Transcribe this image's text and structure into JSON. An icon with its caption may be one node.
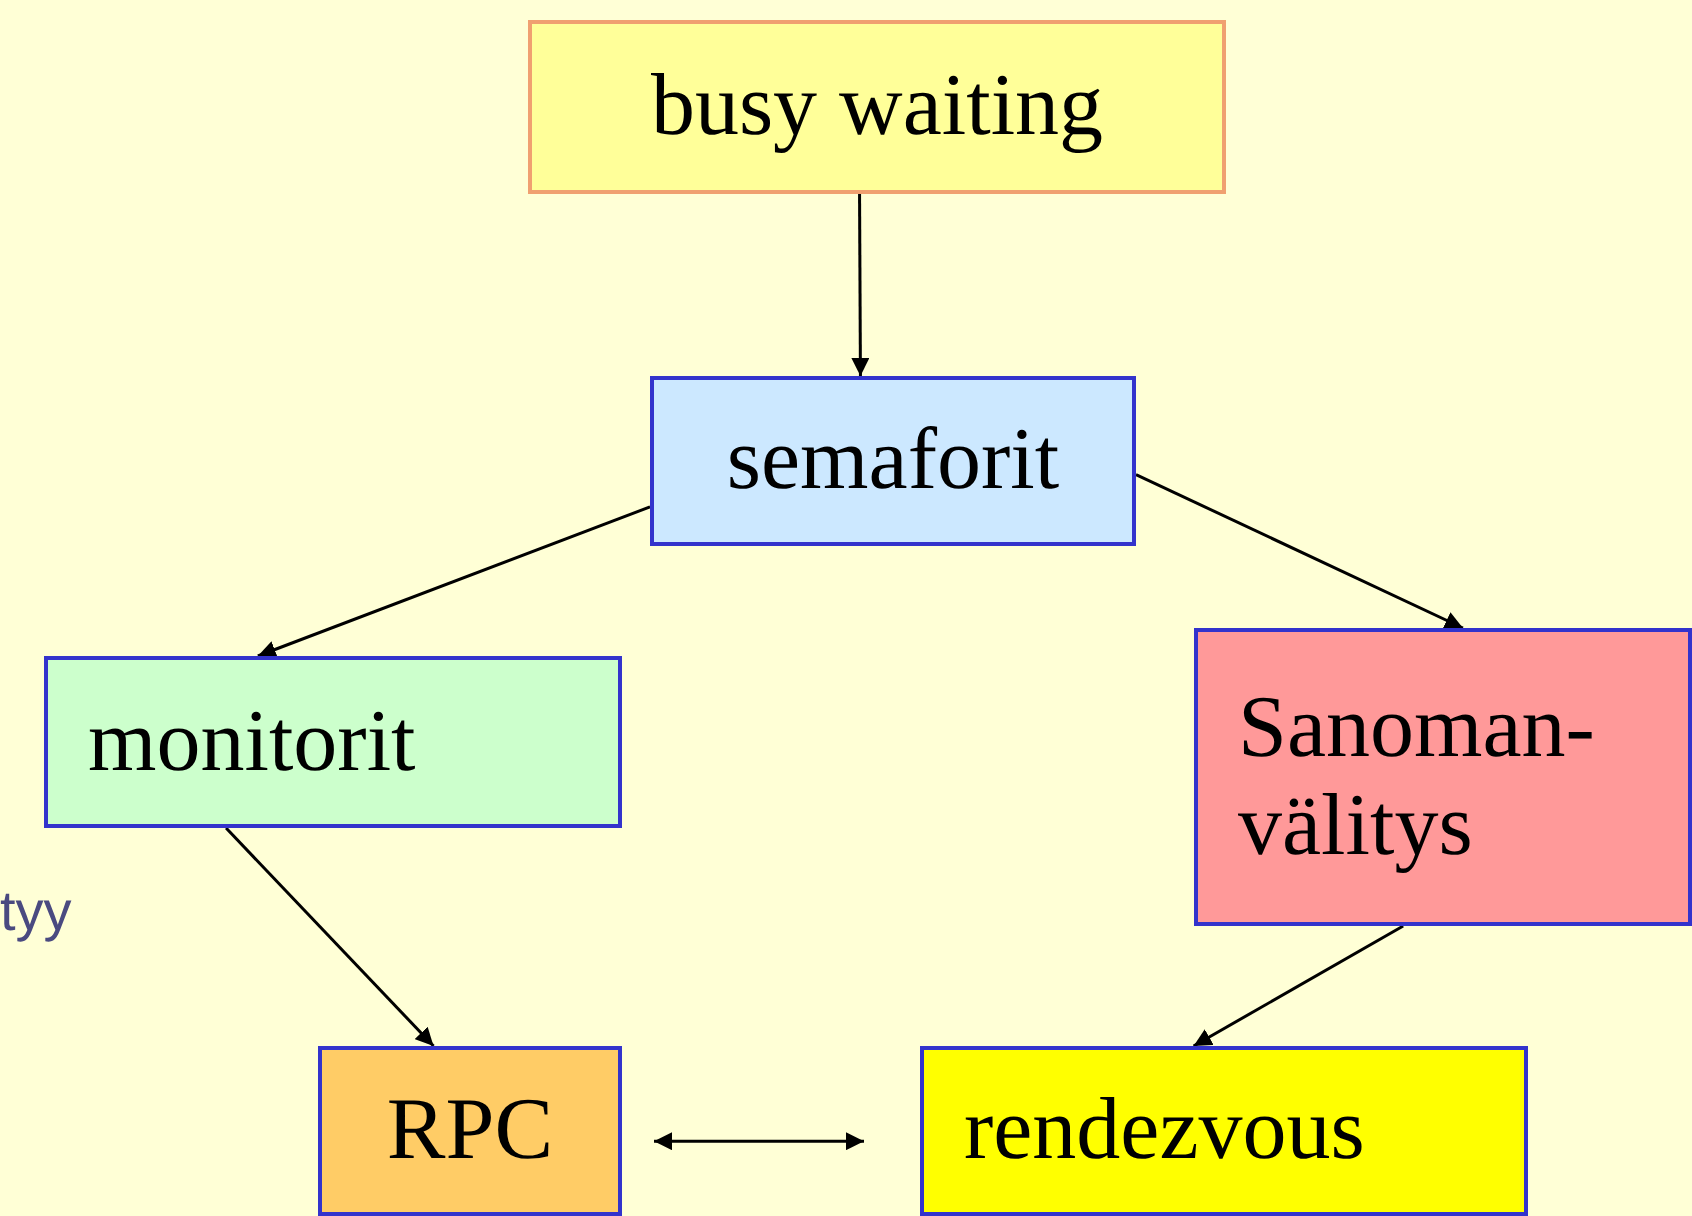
{
  "diagram": {
    "nodes": [
      {
        "text": [
          "busy waiting"
        ]
      },
      {
        "text": [
          "semaforit"
        ]
      },
      {
        "text": [
          "monitorit"
        ]
      },
      {
        "text": [
          "Sanoman- välitys"
        ]
      },
      {
        "text": [
          "RPC"
        ]
      },
      {
        "text": [
          "rendezvous"
        ]
      }
    ],
    "edges": [
      {
        "from": 0,
        "to": 1,
        "arrow": "to"
      },
      {
        "from": 1,
        "to": 2,
        "arrow": "to"
      },
      {
        "from": 1,
        "to": 3,
        "arrow": "to"
      },
      {
        "from": 2,
        "to": 4,
        "arrow": "to"
      },
      {
        "from": 3,
        "to": 5,
        "arrow": "to"
      },
      {
        "from": 4,
        "to": 5,
        "arrow": "both"
      }
    ],
    "labels": [
      "tyy"
    ]
  }
}
